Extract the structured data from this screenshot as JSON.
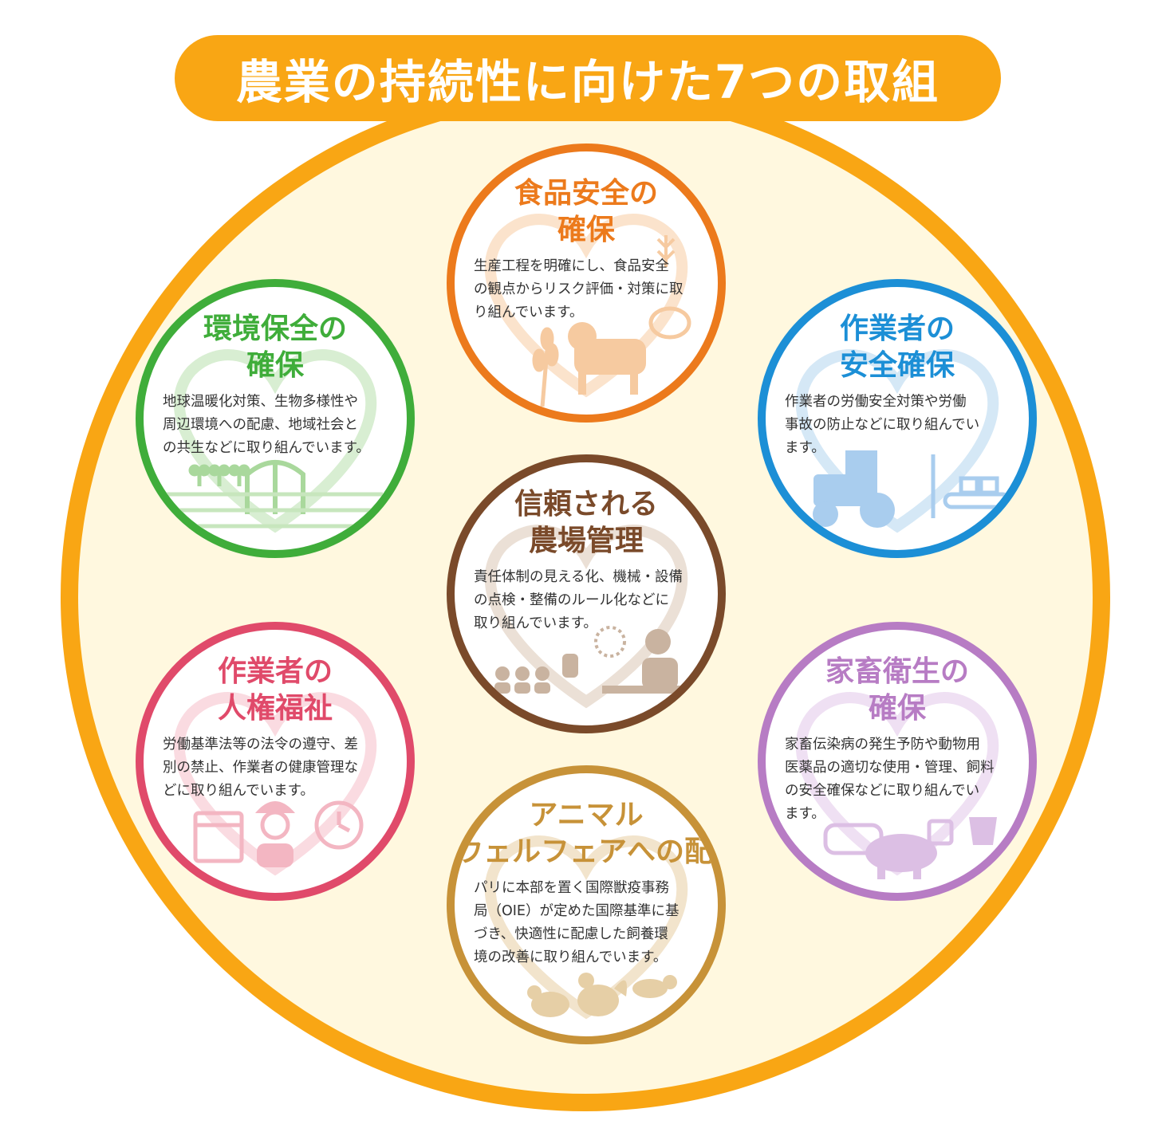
{
  "title": "農業の持続性に向けた7つの取組",
  "colors": {
    "banner": "#f9a614",
    "background": "#fff8df",
    "food": "#ec7a1c",
    "environment": "#3fad3a",
    "safety": "#1c8fd6",
    "farm": "#7a4a2a",
    "human": "#e04a6a",
    "animal_health": "#b77cc4",
    "welfare": "#c79238"
  },
  "topics": [
    {
      "id": "food",
      "heading": [
        "食品安全の",
        "確保"
      ],
      "body": [
        "生産工程を明確にし、食品安全",
        "の観点からリスク評価・対策に取",
        "り組んでいます。"
      ],
      "icons": [
        "wheat-icon",
        "cow-icon",
        "lemon-icon"
      ]
    },
    {
      "id": "env",
      "heading": [
        "環境保全の",
        "確保"
      ],
      "body": [
        "地球温暖化対策、生物多様性や",
        "周辺環境への配慮、地域社会と",
        "の共生などに取り組んでいます。"
      ],
      "icons": [
        "greenhouse-icon",
        "sprout-icon"
      ]
    },
    {
      "id": "safety",
      "heading": [
        "作業者の",
        "安全確保"
      ],
      "body": [
        "作業者の労働安全対策や労働",
        "事故の防止などに取り組んでい",
        "ます。"
      ],
      "icons": [
        "tractor-icon",
        "conveyor-icon"
      ]
    },
    {
      "id": "farm",
      "heading": [
        "信頼される",
        "農場管理"
      ],
      "body": [
        "責任体制の見える化、機械・設備",
        "の点検・整備のルール化などに",
        "取り組んでいます。"
      ],
      "icons": [
        "meeting-icon",
        "clock-icon",
        "manager-icon"
      ]
    },
    {
      "id": "human",
      "heading": [
        "作業者の",
        "人権福祉"
      ],
      "body": [
        "労働基準法等の法令の遵守、差",
        "別の禁止、作業者の健康管理な",
        "どに取り組んでいます。"
      ],
      "icons": [
        "calendar-icon",
        "farmer-icon",
        "clock-icon"
      ]
    },
    {
      "id": "animal",
      "heading": [
        "家畜衛生の",
        "確保"
      ],
      "body": [
        "家畜伝染病の発生予防や動物用",
        "医薬品の適切な使用・管理、飼料",
        "の安全確保などに取り組んでい",
        "ます。"
      ],
      "icons": [
        "cow-icon",
        "pig-icon",
        "bucket-icon"
      ]
    },
    {
      "id": "welfare",
      "heading": [
        "アニマル",
        "ウェルフェアへの配慮"
      ],
      "body": [
        "パリに本部を置く国際獣疫事務",
        "局（OIE）が定めた国際基準に基",
        "づき、快適性に配慮した飼養環",
        "境の改善に取り組んでいます。"
      ],
      "icons": [
        "chicken-icon",
        "rooster-icon",
        "cat-icon"
      ]
    }
  ]
}
